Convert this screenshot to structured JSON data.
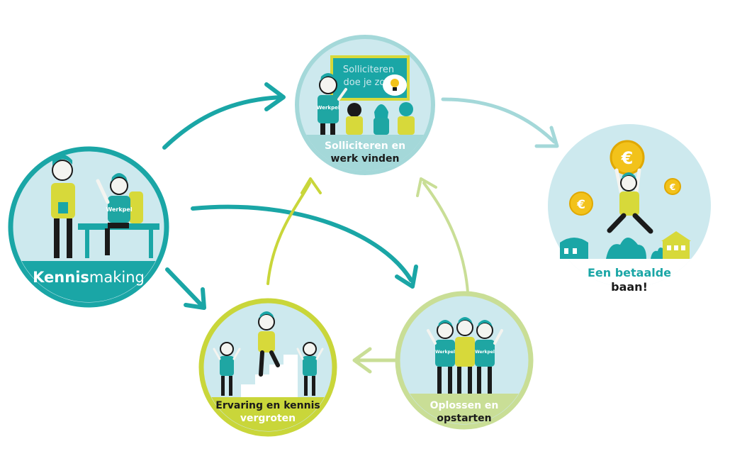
{
  "colors": {
    "teal": "#1aa6a6",
    "teal_light": "#a4d8d9",
    "yellow_green": "#c9d63a",
    "pale_green": "#c9de96",
    "ink": "#1a1a1a",
    "circle_bg": "#cde9ee",
    "yellow_shirt": "#d7d93a",
    "teal_shirt": "#1fa6a3",
    "gold": "#f2c21b"
  },
  "nodes": {
    "kennismaking": {
      "label_bold": "Kennis",
      "label_rest": "making"
    },
    "solliciteren": {
      "line1": "Solliciteren en",
      "line2": "werk vinden",
      "board_line1": "Solliciteren",
      "board_line2": "doe je zo..."
    },
    "betaalde_baan": {
      "line1": "Een betaalde",
      "line2": "baan!"
    },
    "ervaring": {
      "line1": "Ervaring en kennis",
      "line2": "vergroten"
    },
    "oplossen": {
      "line1": "Oplossen en",
      "line2": "opstarten"
    }
  },
  "shirt_text": "Werkpel",
  "coin_symbol": "€",
  "icons": {
    "coin": "euro-coin-icon",
    "lightbulb": "lightbulb-icon",
    "arrow": "arrow-icon"
  }
}
